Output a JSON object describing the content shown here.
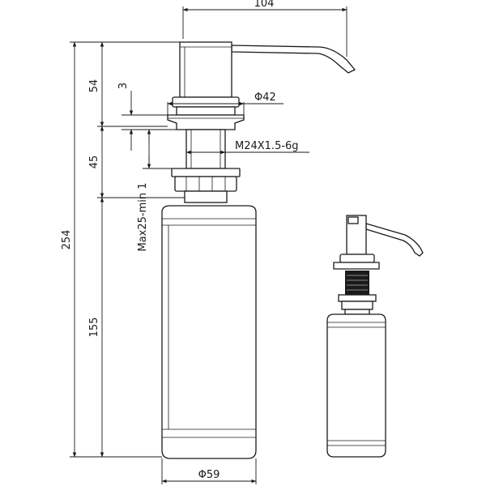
{
  "drawing": {
    "dimensions": {
      "spout_reach": "104",
      "total_height": "254",
      "pump_head_height": "54",
      "flange_thickness": "3",
      "thread_length": "45",
      "countertop_thickness": "Max25-min 1",
      "bottle_height": "155",
      "flange_diameter": "Φ42",
      "thread_spec": "M24X1.5-6g",
      "bottle_diameter": "Φ59"
    }
  },
  "colors": {
    "line": "#1a1a1a",
    "background": "#ffffff"
  }
}
